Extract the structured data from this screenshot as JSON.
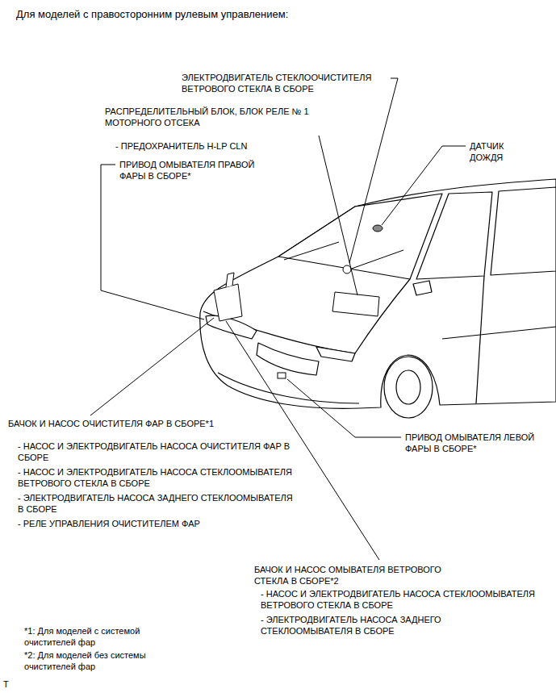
{
  "diagram": {
    "title": "Для моделей с правосторонним рулевым управлением:",
    "labels": [
      "ЭЛЕКТРОДВИГАТЕЛЬ СТЕКЛООЧИСТИТЕЛЯ ВЕТРОВОГО СТЕКЛА В СБОРЕ",
      "РАСПРЕДЕЛИТЕЛЬНЫЙ БЛОК, БЛОК РЕЛЕ № 1 МОТОРНОГО ОТСЕКА",
      "- ПРЕДОХРАНИТЕЛЬ H-LP CLN",
      "ДАТЧИК ДОЖДЯ",
      "ПРИВОД ОМЫВАТЕЛЯ ПРАВОЙ ФАРЫ В СБОРЕ*",
      "БАЧОК И НАСОС ОЧИСТИТЕЛЯ ФАР В СБОРЕ*1",
      "ПРИВОД ОМЫВАТЕЛЯ ЛЕВОЙ ФАРЫ В СБОРЕ*",
      "- НАСОС И ЭЛЕКТРОДВИГАТЕЛЬ НАСОСА ОЧИСТИТЕЛЯ ФАР В СБОРЕ",
      "- НАСОС И ЭЛЕКТРОДВИГАТЕЛЬ НАСОСА СТЕКЛООМЫВАТЕЛЯ ВЕТРОВОГО СТЕКЛА В СБОРЕ",
      "- ЭЛЕКТРОДВИГАТЕЛЬ НАСОСА ЗАДНЕГО СТЕКЛООМЫВАТЕЛЯ В СБОРЕ",
      "- РЕЛЕ УПРАВЛЕНИЯ ОЧИСТИТЕЛЕМ ФАР",
      "БАЧОК И НАСОС ОМЫВАТЕЛЯ ВЕТРОВОГО СТЕКЛА В СБОРЕ*2",
      "- НАСОС И ЭЛЕКТРОДВИГАТЕЛЬ НАСОСА СТЕКЛООМЫВАТЕЛЯ ВЕТРОВОГО СТЕКЛА В СБОРЕ",
      "- ЭЛЕКТРОДВИГАТЕЛЬ НАСОСА ЗАДНЕГО СТЕКЛООМЫВАТЕЛЯ В СБОРЕ",
      "*1: Для моделей с системой очистителей фар",
      "*2: Для моделей без системы очистителей фар",
      "T"
    ]
  }
}
